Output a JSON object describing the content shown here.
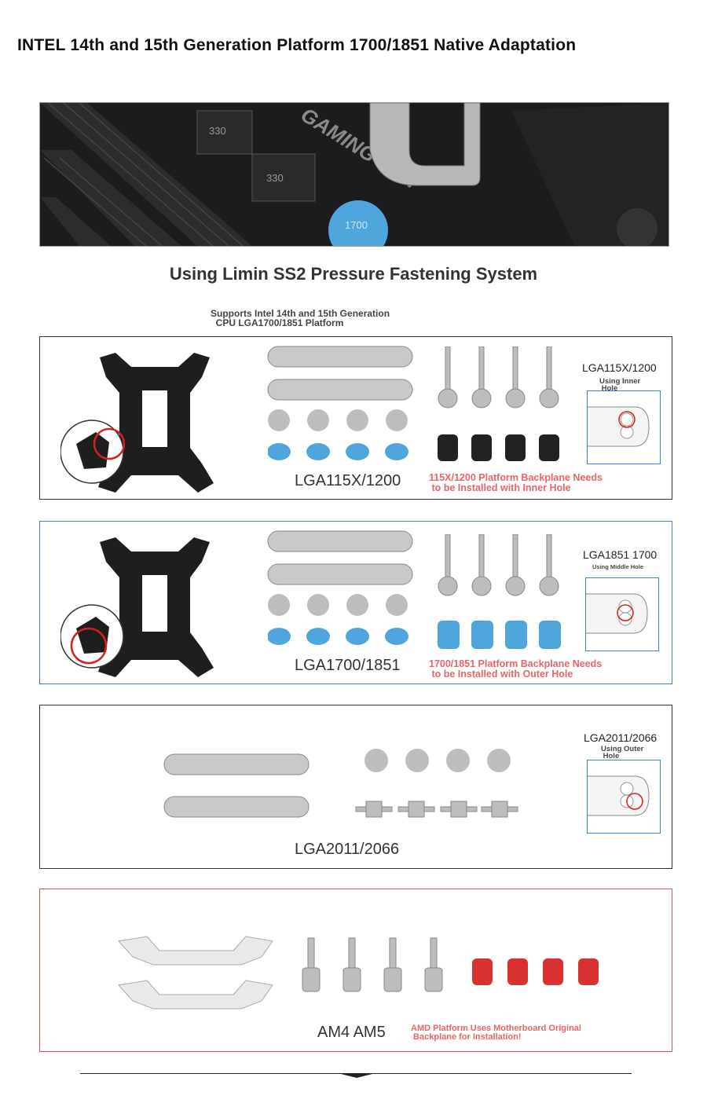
{
  "page": {
    "title": "INTEL 14th and 15th Generation Platform 1700/1851 Native Adaptation",
    "subtitle": "Using Limin SS2 Pressure Fastening System",
    "support_text": "Supports Intel 14th and 15th Generation\n  CPU LGA1700/1851 Platform"
  },
  "panels": [
    {
      "label": "LGA115X/1200",
      "note": "115X/1200 Platform Backplane Needs\n to be Installed with Inner Hole",
      "hole_title": "LGA115X/1200",
      "hole_sub": "Using Inner\n Hole",
      "spacer_color": "#222222"
    },
    {
      "label": "LGA1700/1851",
      "note": "1700/1851 Platform Backplane Needs\n to be Installed with Outer Hole",
      "hole_title": "LGA1851 1700",
      "hole_sub": "Using Middle Hole",
      "spacer_color": "#4fa6dc"
    },
    {
      "label": "LGA2011/2066",
      "hole_title": "LGA2011/2066",
      "hole_sub": "Using Outer\n Hole"
    },
    {
      "label": "AM4 AM5",
      "note": "AMD Platform Uses Motherboard Original\n Backplane for Installation!",
      "spacer_color": "#d93030"
    }
  ],
  "banner": {
    "text_gaming": "GAMING WIFI",
    "chip_label_1": "330",
    "chip_label_2": "330",
    "washer_label": "1700"
  },
  "colors": {
    "accent_blue": "#3b7fc6",
    "accent_red": "#e05050",
    "note_red": "#e86565",
    "washer_blue": "#4fa6dc"
  }
}
